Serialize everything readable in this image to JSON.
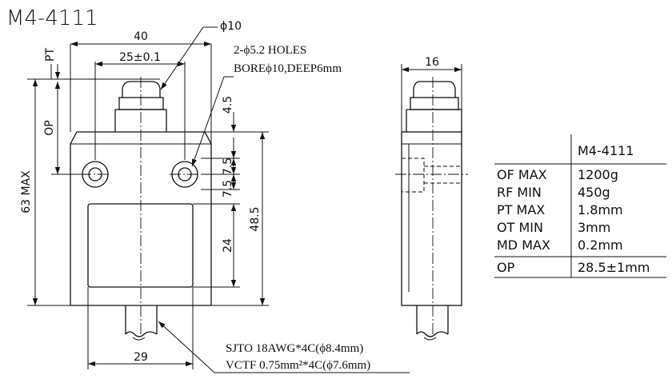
{
  "model": "M4-4111",
  "front_view": {
    "dims": {
      "width_40": "40",
      "hole_spacing": "25±0.1",
      "plunger_dia": "ϕ10",
      "pt": "PT",
      "op": "OP",
      "max_63": "63  MAX",
      "d_4_5": "4.5",
      "d_7_5a": "7.5",
      "d_7_5b": "7.5",
      "d_24": "24",
      "d_48_5": "48.5",
      "d_29": "29"
    },
    "holes_note": [
      "2-ϕ5.2 HOLES",
      "BOREϕ10,DEEP6mm"
    ],
    "cable_note": [
      "SJTO 18AWG*4C(ϕ8.4mm)",
      "VCTF 0.75mm²*4C(ϕ7.6mm)"
    ]
  },
  "side_view": {
    "width": "16"
  },
  "spec_table": {
    "header": "M4-4111",
    "rows": [
      {
        "label": "OF MAX",
        "value": "1200g"
      },
      {
        "label": "RF MIN",
        "value": "450g"
      },
      {
        "label": "PT MAX",
        "value": "1.8mm"
      },
      {
        "label": "OT MIN",
        "value": "3mm"
      },
      {
        "label": "MD MAX",
        "value": "0.2mm"
      }
    ],
    "footer": {
      "label": "OP",
      "value": "28.5±1mm"
    }
  }
}
